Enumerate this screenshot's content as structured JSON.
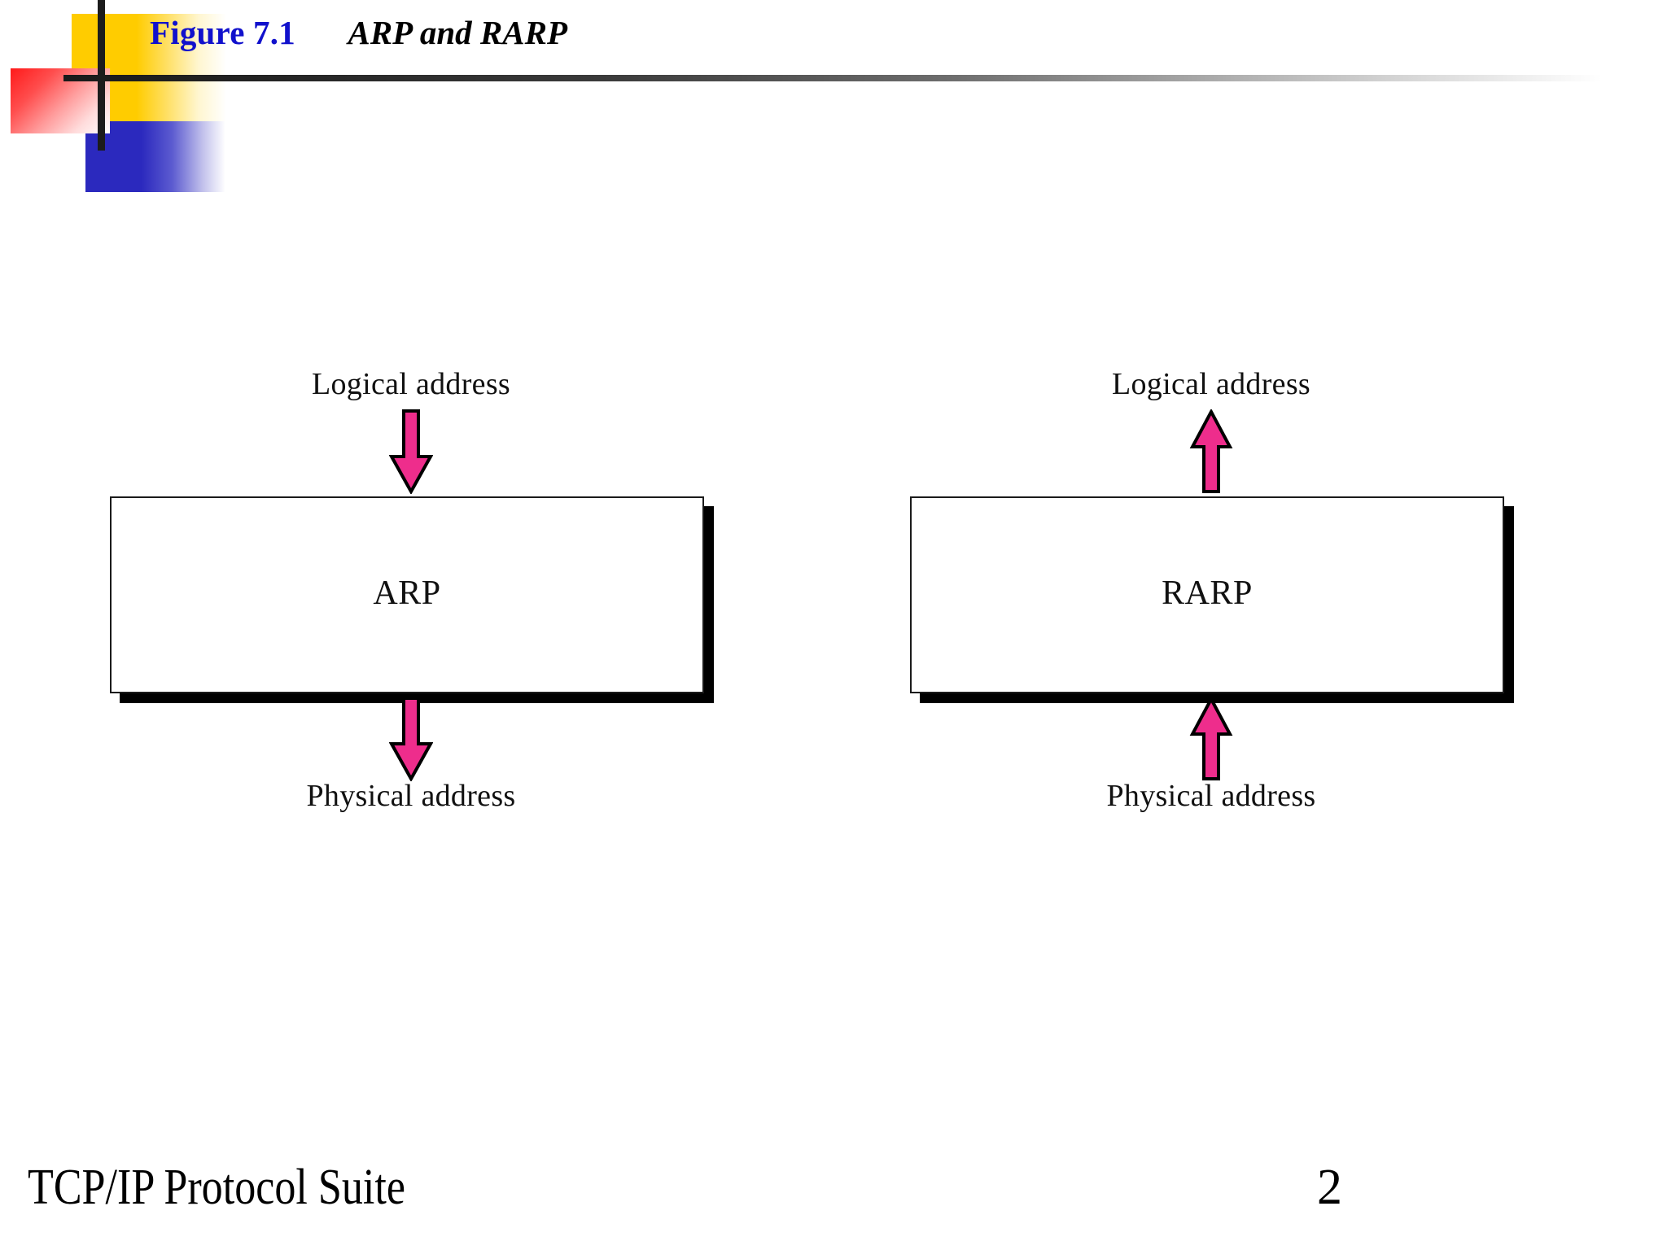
{
  "slide": {
    "figure_number": "Figure 7.1",
    "figure_subject": "ARP and RARP"
  },
  "diagram": {
    "panels": [
      {
        "id": "arp",
        "protocol": "ARP",
        "top_label": "Logical address",
        "bottom_label": "Physical address",
        "top_arrow": "arrow-down-icon",
        "bottom_arrow": "arrow-down-icon",
        "direction": "logical-to-physical"
      },
      {
        "id": "rarp",
        "protocol": "RARP",
        "top_label": "Logical address",
        "bottom_label": "Physical address",
        "top_arrow": "arrow-up-icon",
        "bottom_arrow": "arrow-up-icon",
        "direction": "physical-to-logical"
      }
    ]
  },
  "footer": {
    "book_title": "TCP/IP Protocol Suite",
    "page_number": "2"
  },
  "colors": {
    "figure_number": "#1111CC",
    "arrow_fill": "#EE2D8C",
    "arrow_stroke": "#000000",
    "box_border": "#1A1A1A",
    "box_shadow": "#000000",
    "deco_yellow": "#FFCC00",
    "deco_blue": "#2B29BE",
    "deco_red": "#FF1A1A",
    "deco_line": "#1C1C1C",
    "background": "#FFFFFF"
  }
}
